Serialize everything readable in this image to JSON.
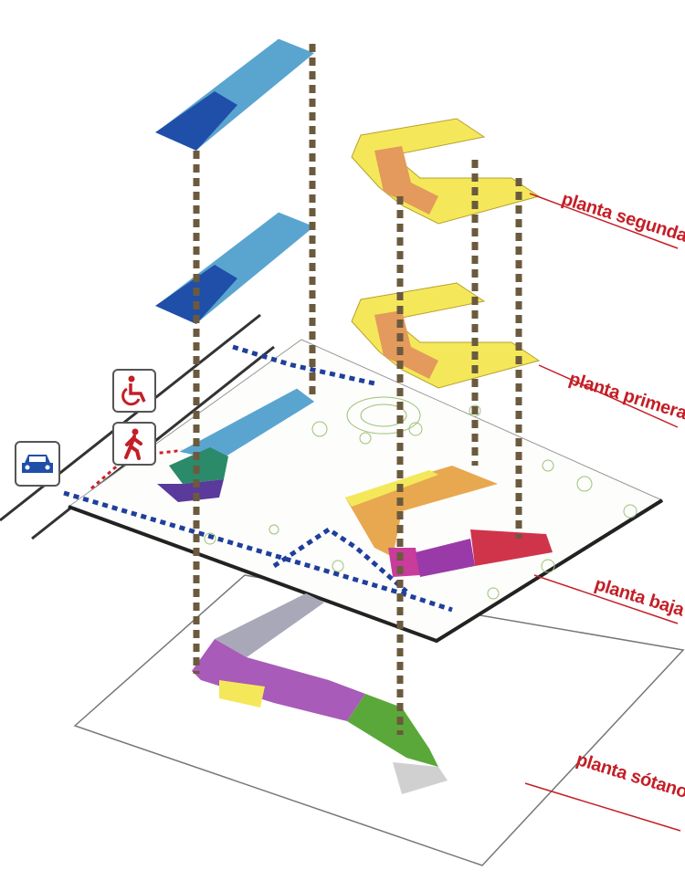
{
  "levels": {
    "segunda": "planta segunda",
    "primera": "planta primera",
    "baja": "planta baja",
    "sotano": "planta sótano"
  },
  "icons": [
    "car-icon",
    "wheelchair-icon",
    "pedestrian-icon"
  ],
  "colors": {
    "label_red": "#c41e26",
    "blue_dark": "#1f4fa8",
    "blue_light": "#5aa5d0",
    "orange": "#e39a5c",
    "yellow": "#f4e85a",
    "connector": "#6b5a3e",
    "purple": "#a85bb8",
    "green": "#5aa83a",
    "red_block": "#d0344a"
  }
}
